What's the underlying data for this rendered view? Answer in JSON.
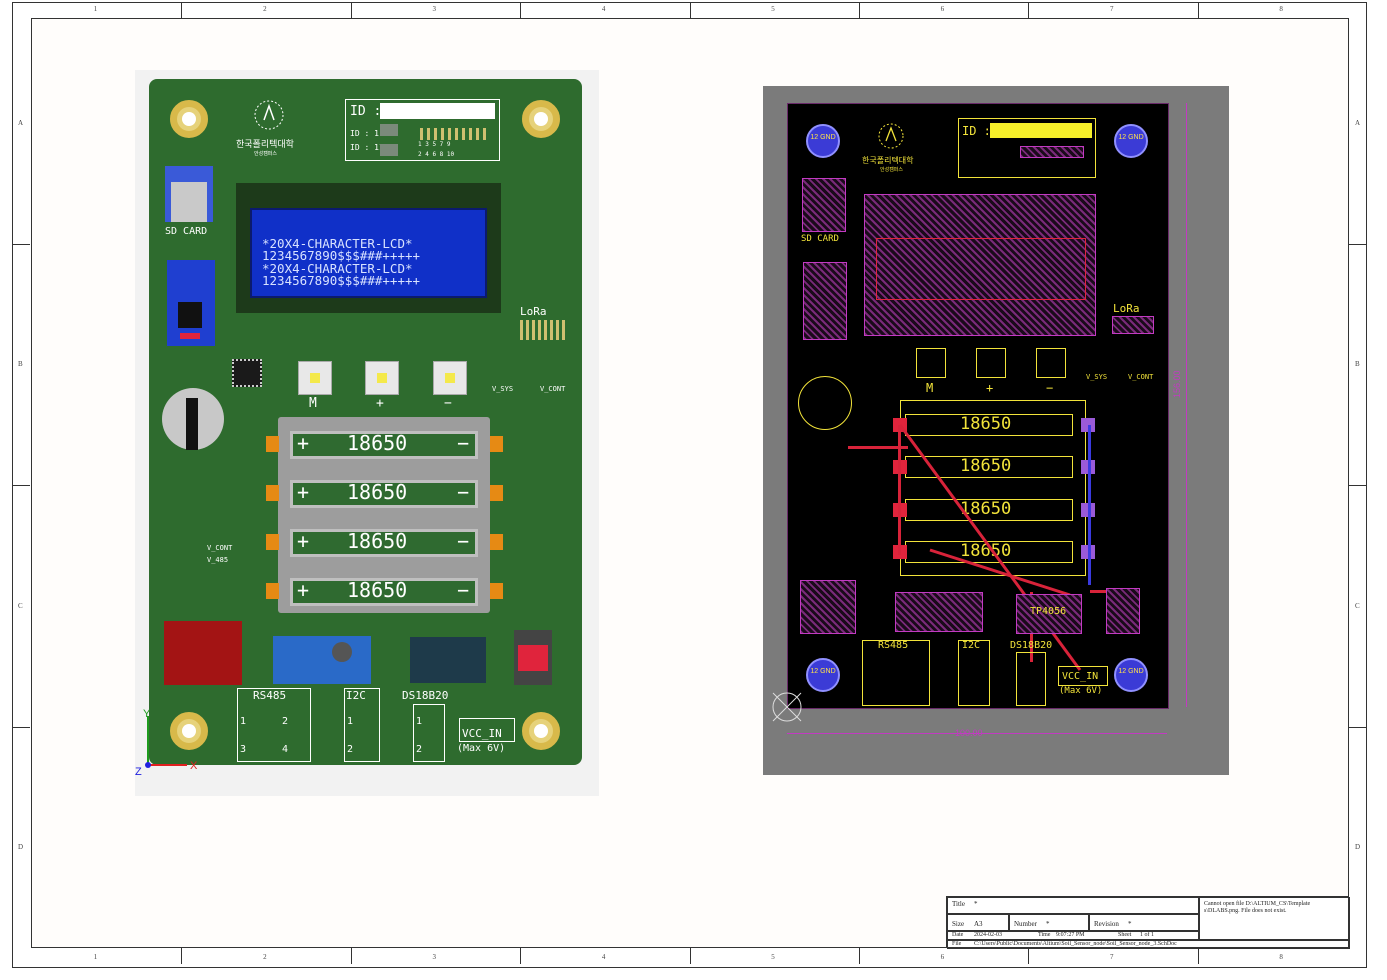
{
  "sheet": {
    "columns": [
      "1",
      "2",
      "3",
      "4",
      "5",
      "6",
      "7",
      "8"
    ],
    "rows": [
      "A",
      "B",
      "C",
      "D"
    ]
  },
  "board3d": {
    "logo_line1": "한국폴리텍대학",
    "logo_line2": "안성캠퍼스",
    "id_label": "ID :",
    "id1_label": "ID : 1",
    "id11_label": "ID : 11",
    "id_pins_top": "1 3 5 7 9",
    "id_pins_bottom": "2 4 6 8 10",
    "sd_card": "SD CARD",
    "lcd_lines": [
      "*20X4-CHARACTER-LCD*",
      "1234567890$$$###+++++",
      "*20X4-CHARACTER-LCD*",
      "1234567890$$$###+++++"
    ],
    "lora": "LoRa",
    "btn_labels": [
      "M",
      "+",
      "−"
    ],
    "v_sys": "V_SYS",
    "v_cont": "V_CONT",
    "v_cont2": "V_CONT",
    "v_485": "V_485",
    "cells": [
      "18650",
      "18650",
      "18650",
      "18650"
    ],
    "plus": "+",
    "minus": "−",
    "rs485": "RS485",
    "i2c": "I2C",
    "ds18b20": "DS18B20",
    "vcc_in": "VCC_IN",
    "max6v": "(Max 6V)",
    "pin1": "1",
    "pin2": "2",
    "pin3": "3",
    "pin4": "4",
    "axis_y": "Y",
    "axis_x": "X",
    "axis_z": "Z"
  },
  "layout": {
    "hole_label": "12 GND",
    "id_label": "ID :",
    "logo_line1": "한국폴리텍대학",
    "logo_line2": "안성캠퍼스",
    "sd_card": "SD CARD",
    "lora": "LoRa",
    "btn_labels": [
      "M",
      "+",
      "−"
    ],
    "v_sys": "V_SYS",
    "v_cont": "V_CONT",
    "cells": [
      "18650",
      "18650",
      "18650",
      "18650"
    ],
    "tp4056": "TP4056",
    "rs485": "RS485",
    "i2c": "I2C",
    "ds18b20": "DS18B20",
    "vcc_in": "VCC_IN",
    "max6v": "(Max 6V)",
    "dim_width": "100.00",
    "dim_height": "156.00"
  },
  "title_block": {
    "title_label": "Title",
    "title_value": "*",
    "size_label": "Size",
    "size_value": "A3",
    "number_label": "Number",
    "number_value": "*",
    "revision_label": "Revision",
    "revision_value": "*",
    "date_label": "Date",
    "date_value": "2024-02-03",
    "time_label": "Time",
    "time_value": "9:07:27 PM",
    "sheet_label": "Sheet",
    "sheet_value": "1 of 1",
    "file_label": "File",
    "file_value": "C:\\Users\\Public\\Documents\\Altium\\Soil_Sensor_node\\Soil_Sensor_node_3.SchDoc",
    "note": "Cannot open file D:\\ALTIUM_CS\\Template s\\DLABS.png. File does not exist."
  },
  "colors": {
    "pcb_green": "#2e6b2e",
    "lcd_blue": "#1030c8",
    "silk_yellow": "#f2e33a",
    "copper_red": "#d8233a",
    "pad_purple": "#9a5ad8",
    "board_black": "#000000",
    "frame_gray": "#7b7b7b"
  }
}
